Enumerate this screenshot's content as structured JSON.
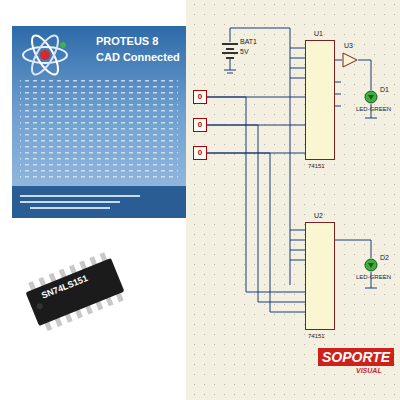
{
  "diagram": {
    "nodes": [
      {
        "text": [
          "U1",
          "74151"
        ]
      },
      {
        "text": [
          "U3"
        ]
      },
      {
        "text": [
          "D1",
          "LED-GREEN"
        ]
      },
      {
        "text": [
          "0"
        ]
      },
      {
        "text": [
          "0"
        ]
      },
      {
        "text": [
          "0"
        ]
      },
      {
        "text": [
          "U2",
          "74151"
        ]
      },
      {
        "text": [
          "D2",
          "LED-GREEN"
        ]
      }
    ],
    "edges": [
      {
        "from": 3,
        "to": 0,
        "arrow": "none"
      },
      {
        "from": 4,
        "to": 0,
        "arrow": "none"
      },
      {
        "from": 5,
        "to": 0,
        "arrow": "none"
      },
      {
        "from": 3,
        "to": 6,
        "arrow": "none"
      },
      {
        "from": 4,
        "to": 6,
        "arrow": "none"
      },
      {
        "from": 5,
        "to": 6,
        "arrow": "none"
      },
      {
        "from": 0,
        "to": 1,
        "arrow": "none"
      },
      {
        "from": 1,
        "to": 2,
        "arrow": "none"
      },
      {
        "from": 6,
        "to": 7,
        "arrow": "none"
      }
    ],
    "labels": [
      "PROTEUS 8",
      "CAD Connected",
      "SN74LS151",
      "BAT1",
      "5V",
      "SOPORTE",
      "VISUAL"
    ]
  }
}
